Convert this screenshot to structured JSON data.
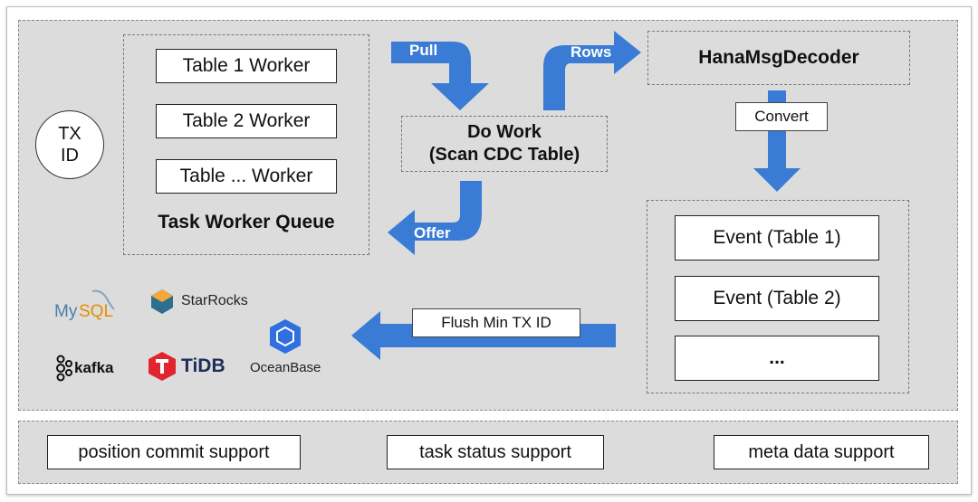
{
  "tx": {
    "line1": "TX",
    "line2": "ID"
  },
  "workers": [
    "Table 1 Worker",
    "Table 2 Worker",
    "Table ... Worker"
  ],
  "queue_label": "Task Worker Queue",
  "do_work": {
    "line1": "Do Work",
    "line2": "(Scan CDC Table)"
  },
  "arrows": {
    "pull": "Pull",
    "rows": "Rows",
    "offer": "Offer",
    "convert": "Convert",
    "flush": "Flush Min TX ID"
  },
  "decoder": "HanaMsgDecoder",
  "events": [
    "Event (Table 1)",
    "Event (Table 2)",
    "..."
  ],
  "logos": {
    "mysql": "MySQL",
    "starrocks": "StarRocks",
    "kafka": "kafka",
    "tidb": "TiDB",
    "oceanbase": "OceanBase"
  },
  "supports": [
    "position commit support",
    "task status support",
    "meta data support"
  ],
  "colors": {
    "arrow": "#3a7bd5",
    "panel": "#dcdcdc",
    "tidb": "#e2242f",
    "oceanbase": "#2f6fe0",
    "starrocks": "#2d6f8f",
    "mysql": "#4a7fa8"
  }
}
